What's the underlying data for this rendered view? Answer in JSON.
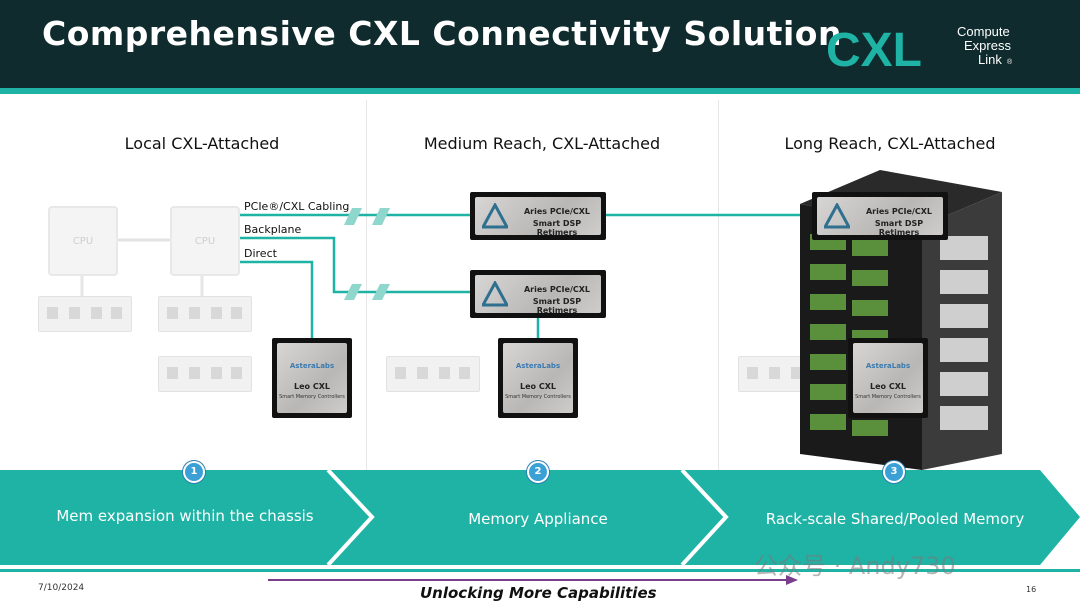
{
  "header": {
    "title": "Comprehensive CXL Connectivity Solution",
    "logo": {
      "mark": "CXL",
      "line1": "Compute",
      "line2": "Express",
      "line3": "Link",
      "reg": "®"
    }
  },
  "columns": [
    {
      "title": "Local CXL-Attached"
    },
    {
      "title": "Medium Reach, CXL-Attached"
    },
    {
      "title": "Long Reach, CXL-Attached"
    }
  ],
  "links": {
    "cabling": "PCIe®/CXL Cabling",
    "backplane": "Backplane",
    "direct": "Direct"
  },
  "cpu_label": "CPU",
  "retimer": {
    "brand": "Aries PCIe/CXL",
    "desc": "Smart DSP Retimers"
  },
  "controller": {
    "brand": "AsteraLabs",
    "name": "Leo CXL",
    "desc": "Smart Memory Controllers"
  },
  "banner": [
    {
      "step": "1",
      "label": "Mem expansion within the chassis"
    },
    {
      "step": "2",
      "label": "Memory Appliance"
    },
    {
      "step": "3",
      "label": "Rack-scale Shared/Pooled Memory"
    }
  ],
  "footer": {
    "date": "7/10/2024",
    "tagline": "Unlocking More Capabilities",
    "page": "16"
  },
  "watermark": "公众号 · Andy730",
  "colors": {
    "teal": "#1fb3a5",
    "dark": "#0f2b2d",
    "step": "#3aa0d6"
  }
}
